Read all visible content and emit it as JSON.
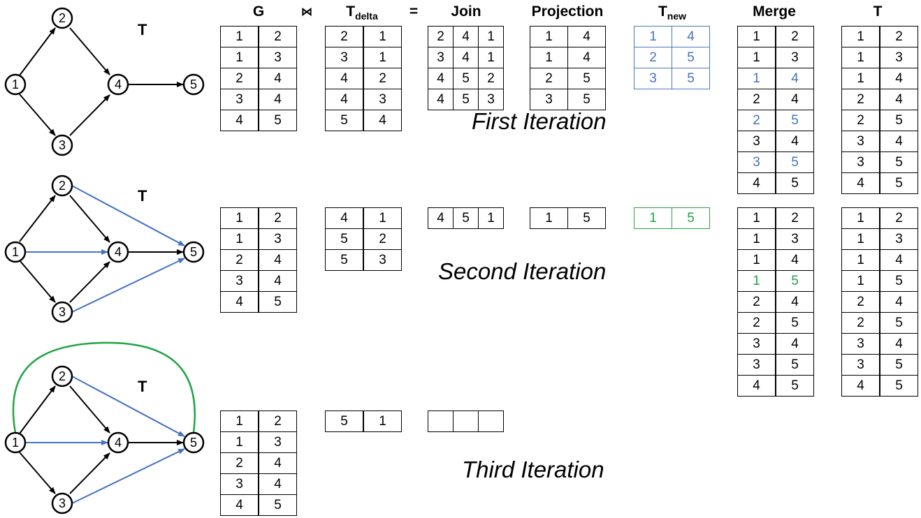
{
  "headers": {
    "g": "G",
    "join_symbol": "⋈",
    "tdelta_main": "T",
    "tdelta_sub": "delta",
    "equals": "=",
    "join": "Join",
    "projection": "Projection",
    "tnew_main": "T",
    "tnew_sub": "new",
    "merge": "Merge",
    "t": "T"
  },
  "graph_label": "T",
  "node_labels": [
    "1",
    "2",
    "3",
    "4",
    "5"
  ],
  "edge_colors": {
    "original": "#000000",
    "first_new": "#4472c4",
    "second_new": "#1fa544"
  },
  "iterations": [
    {
      "title": "First Iteration",
      "g": [
        [
          "1",
          "2"
        ],
        [
          "1",
          "3"
        ],
        [
          "2",
          "4"
        ],
        [
          "3",
          "4"
        ],
        [
          "4",
          "5"
        ]
      ],
      "tdelta": [
        [
          "2",
          "1"
        ],
        [
          "3",
          "1"
        ],
        [
          "4",
          "2"
        ],
        [
          "4",
          "3"
        ],
        [
          "5",
          "4"
        ]
      ],
      "join": [
        [
          "2",
          "4",
          "1"
        ],
        [
          "3",
          "4",
          "1"
        ],
        [
          "4",
          "5",
          "2"
        ],
        [
          "4",
          "5",
          "3"
        ]
      ],
      "projection": [
        [
          "1",
          "4"
        ],
        [
          "1",
          "4"
        ],
        [
          "2",
          "5"
        ],
        [
          "3",
          "5"
        ]
      ],
      "tnew": [
        [
          "1",
          "4"
        ],
        [
          "2",
          "5"
        ],
        [
          "3",
          "5"
        ]
      ],
      "merge": [
        [
          "1",
          "2"
        ],
        [
          "1",
          "3"
        ],
        [
          "1",
          "4"
        ],
        [
          "2",
          "4"
        ],
        [
          "2",
          "5"
        ],
        [
          "3",
          "4"
        ],
        [
          "3",
          "5"
        ],
        [
          "4",
          "5"
        ]
      ],
      "merge_highlight": [
        2,
        4,
        6
      ],
      "t": [
        [
          "1",
          "2"
        ],
        [
          "1",
          "3"
        ],
        [
          "1",
          "4"
        ],
        [
          "2",
          "4"
        ],
        [
          "2",
          "5"
        ],
        [
          "3",
          "4"
        ],
        [
          "3",
          "5"
        ],
        [
          "4",
          "5"
        ]
      ]
    },
    {
      "title": "Second Iteration",
      "g": [
        [
          "1",
          "2"
        ],
        [
          "1",
          "3"
        ],
        [
          "2",
          "4"
        ],
        [
          "3",
          "4"
        ],
        [
          "4",
          "5"
        ]
      ],
      "tdelta": [
        [
          "4",
          "1"
        ],
        [
          "5",
          "2"
        ],
        [
          "5",
          "3"
        ]
      ],
      "join": [
        [
          "4",
          "5",
          "1"
        ]
      ],
      "projection": [
        [
          "1",
          "5"
        ]
      ],
      "tnew": [
        [
          "1",
          "5"
        ]
      ],
      "merge": [
        [
          "1",
          "2"
        ],
        [
          "1",
          "3"
        ],
        [
          "1",
          "4"
        ],
        [
          "1",
          "5"
        ],
        [
          "2",
          "4"
        ],
        [
          "2",
          "5"
        ],
        [
          "3",
          "4"
        ],
        [
          "3",
          "5"
        ],
        [
          "4",
          "5"
        ]
      ],
      "merge_highlight": [
        3
      ],
      "t": [
        [
          "1",
          "2"
        ],
        [
          "1",
          "3"
        ],
        [
          "1",
          "4"
        ],
        [
          "1",
          "5"
        ],
        [
          "2",
          "4"
        ],
        [
          "2",
          "5"
        ],
        [
          "3",
          "4"
        ],
        [
          "3",
          "5"
        ],
        [
          "4",
          "5"
        ]
      ]
    },
    {
      "title": "Third Iteration",
      "g": [
        [
          "1",
          "2"
        ],
        [
          "1",
          "3"
        ],
        [
          "2",
          "4"
        ],
        [
          "3",
          "4"
        ],
        [
          "4",
          "5"
        ]
      ],
      "tdelta": [
        [
          "5",
          "1"
        ]
      ],
      "join": [
        [
          "",
          "",
          ""
        ]
      ]
    }
  ]
}
